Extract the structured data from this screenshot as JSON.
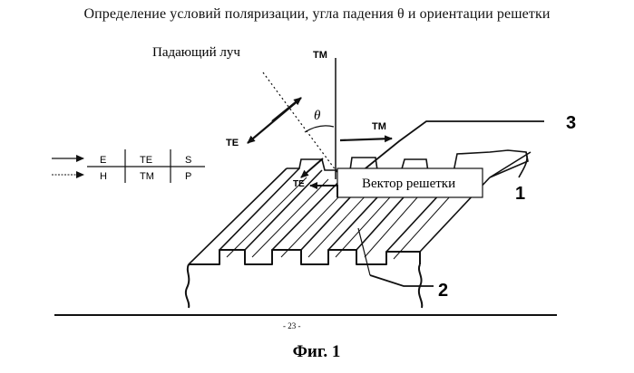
{
  "title": "Определение условий поляризации, угла падения θ и ориентации решетки",
  "labels": {
    "incident_ray": "Падающий луч",
    "grating_vector": "Вектор решетки",
    "theta": "θ",
    "pol_tm_top": "TM",
    "pol_te_left": "TE",
    "pol_tm_right": "TM",
    "pol_te_small": "TE",
    "num_1": "1",
    "num_2": "2",
    "num_3": "3"
  },
  "legend": {
    "rows": [
      [
        "E",
        "TE",
        "S"
      ],
      [
        "H",
        "TM",
        "P"
      ]
    ]
  },
  "page_number": "- 23 -",
  "caption": "Фиг. 1"
}
